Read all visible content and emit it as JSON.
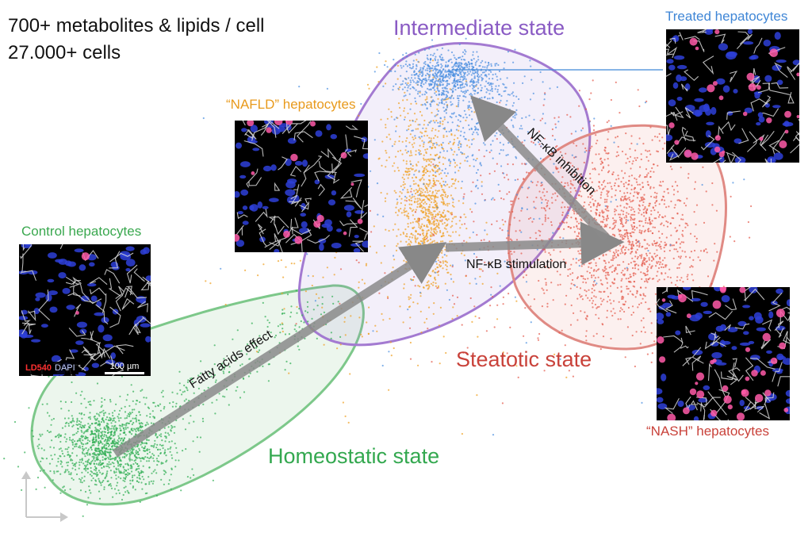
{
  "header": {
    "line1": "700+ metabolites & lipids / cell",
    "line2": "27.000+ cells"
  },
  "states": {
    "intermediate": {
      "label": "Intermediate state",
      "color": "#8a5bc4"
    },
    "steatotic": {
      "label": "Steatotic state",
      "color": "#c9423a"
    },
    "homeostatic": {
      "label": "Homeostatic state",
      "color": "#33a84f"
    }
  },
  "cell_types": {
    "control": {
      "label": "Control hepatocytes",
      "color": "#3aa84f"
    },
    "nafld": {
      "label": "“NAFLD” hepatocytes",
      "color": "#e89a1c"
    },
    "treated": {
      "label": "Treated hepatocytes",
      "color": "#3f86d6"
    },
    "nash": {
      "label": "“NASH” hepatocytes",
      "color": "#c9423a"
    }
  },
  "arrows": {
    "fatty_acids": "Fatty acids effect",
    "nfkb_stimulation": "NF-κB stimulation",
    "nfkb_inhibition": "NF-κB inhibition"
  },
  "legend": {
    "ld540": "LD540",
    "dapi": "DAPI",
    "scale": "100 µm"
  },
  "colors": {
    "homeostatic_points": "#2fae52",
    "nafld_points": "#f0a020",
    "treated_points": "#4a8fe0",
    "nash_points": "#e45a4c",
    "arrow": "#8a8a8a"
  }
}
